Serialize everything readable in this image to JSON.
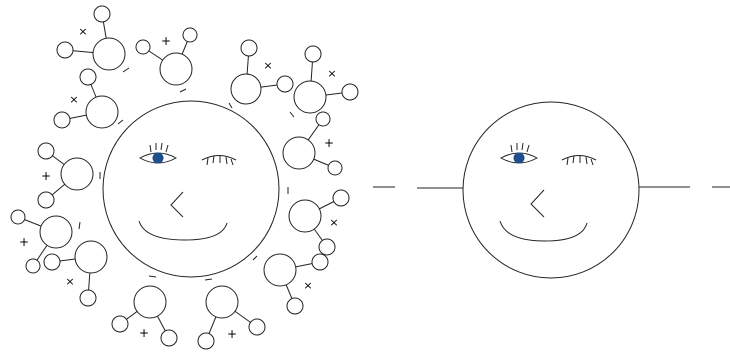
{
  "colors": {
    "stroke": "#222222",
    "pupil": "#1f4e8c",
    "background": "#ffffff"
  },
  "left_figure": {
    "face": {
      "open_eye": "open-eye",
      "closed_eye": "winking-eye",
      "nose": "angle-nose",
      "mouth": "smile-mouth"
    },
    "surrounding_molecules": [
      {
        "charge": "×"
      },
      {
        "charge": "+"
      },
      {
        "charge": "×"
      },
      {
        "charge": "×"
      },
      {
        "charge": "×"
      },
      {
        "charge": "+"
      },
      {
        "charge": "+"
      },
      {
        "charge": "×"
      },
      {
        "charge": "+"
      },
      {
        "charge": "×"
      },
      {
        "charge": "×"
      },
      {
        "charge": "+"
      },
      {
        "charge": "+"
      }
    ]
  },
  "right_figure": {
    "face": {
      "open_eye": "open-eye",
      "closed_eye": "winking-eye",
      "nose": "angle-nose",
      "mouth": "smile-mouth"
    }
  }
}
